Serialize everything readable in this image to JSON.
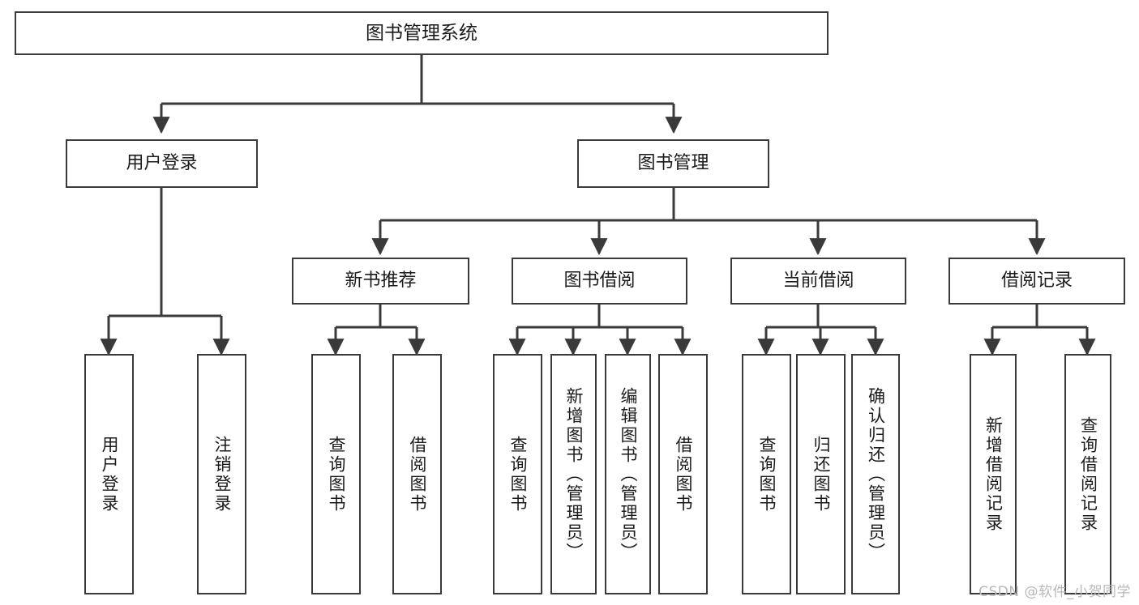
{
  "diagram": {
    "kind": "hierarchy-tree",
    "title": "图书管理系统",
    "root": {
      "label": "图书管理系统"
    },
    "level1": [
      {
        "label": "用户登录"
      },
      {
        "label": "图书管理"
      }
    ],
    "level2": [
      {
        "label": "新书推荐",
        "parent": "图书管理"
      },
      {
        "label": "图书借阅",
        "parent": "图书管理"
      },
      {
        "label": "当前借阅",
        "parent": "图书管理"
      },
      {
        "label": "借阅记录",
        "parent": "图书管理"
      }
    ],
    "leaves": [
      {
        "label": "用户登录",
        "parent": "用户登录"
      },
      {
        "label": "注销登录",
        "parent": "用户登录"
      },
      {
        "label": "查询图书",
        "parent": "新书推荐"
      },
      {
        "label": "借阅图书",
        "parent": "新书推荐"
      },
      {
        "label": "查询图书",
        "parent": "图书借阅"
      },
      {
        "label": "新增图书（管理员）",
        "parent": "图书借阅"
      },
      {
        "label": "编辑图书（管理员）",
        "parent": "图书借阅"
      },
      {
        "label": "借阅图书",
        "parent": "图书借阅"
      },
      {
        "label": "查询图书",
        "parent": "当前借阅"
      },
      {
        "label": "归还图书",
        "parent": "当前借阅"
      },
      {
        "label": "确认归还（管理员）",
        "parent": "当前借阅"
      },
      {
        "label": "新增借阅记录",
        "parent": "借阅记录"
      },
      {
        "label": "查询借阅记录",
        "parent": "借阅记录"
      }
    ],
    "watermark": "CSDN @软件_小贺同学",
    "colors": {
      "stroke": "#3a3a3a",
      "fill": "#ffffff",
      "text": "#1b1b1b",
      "watermark": "#b8b8b8"
    }
  }
}
